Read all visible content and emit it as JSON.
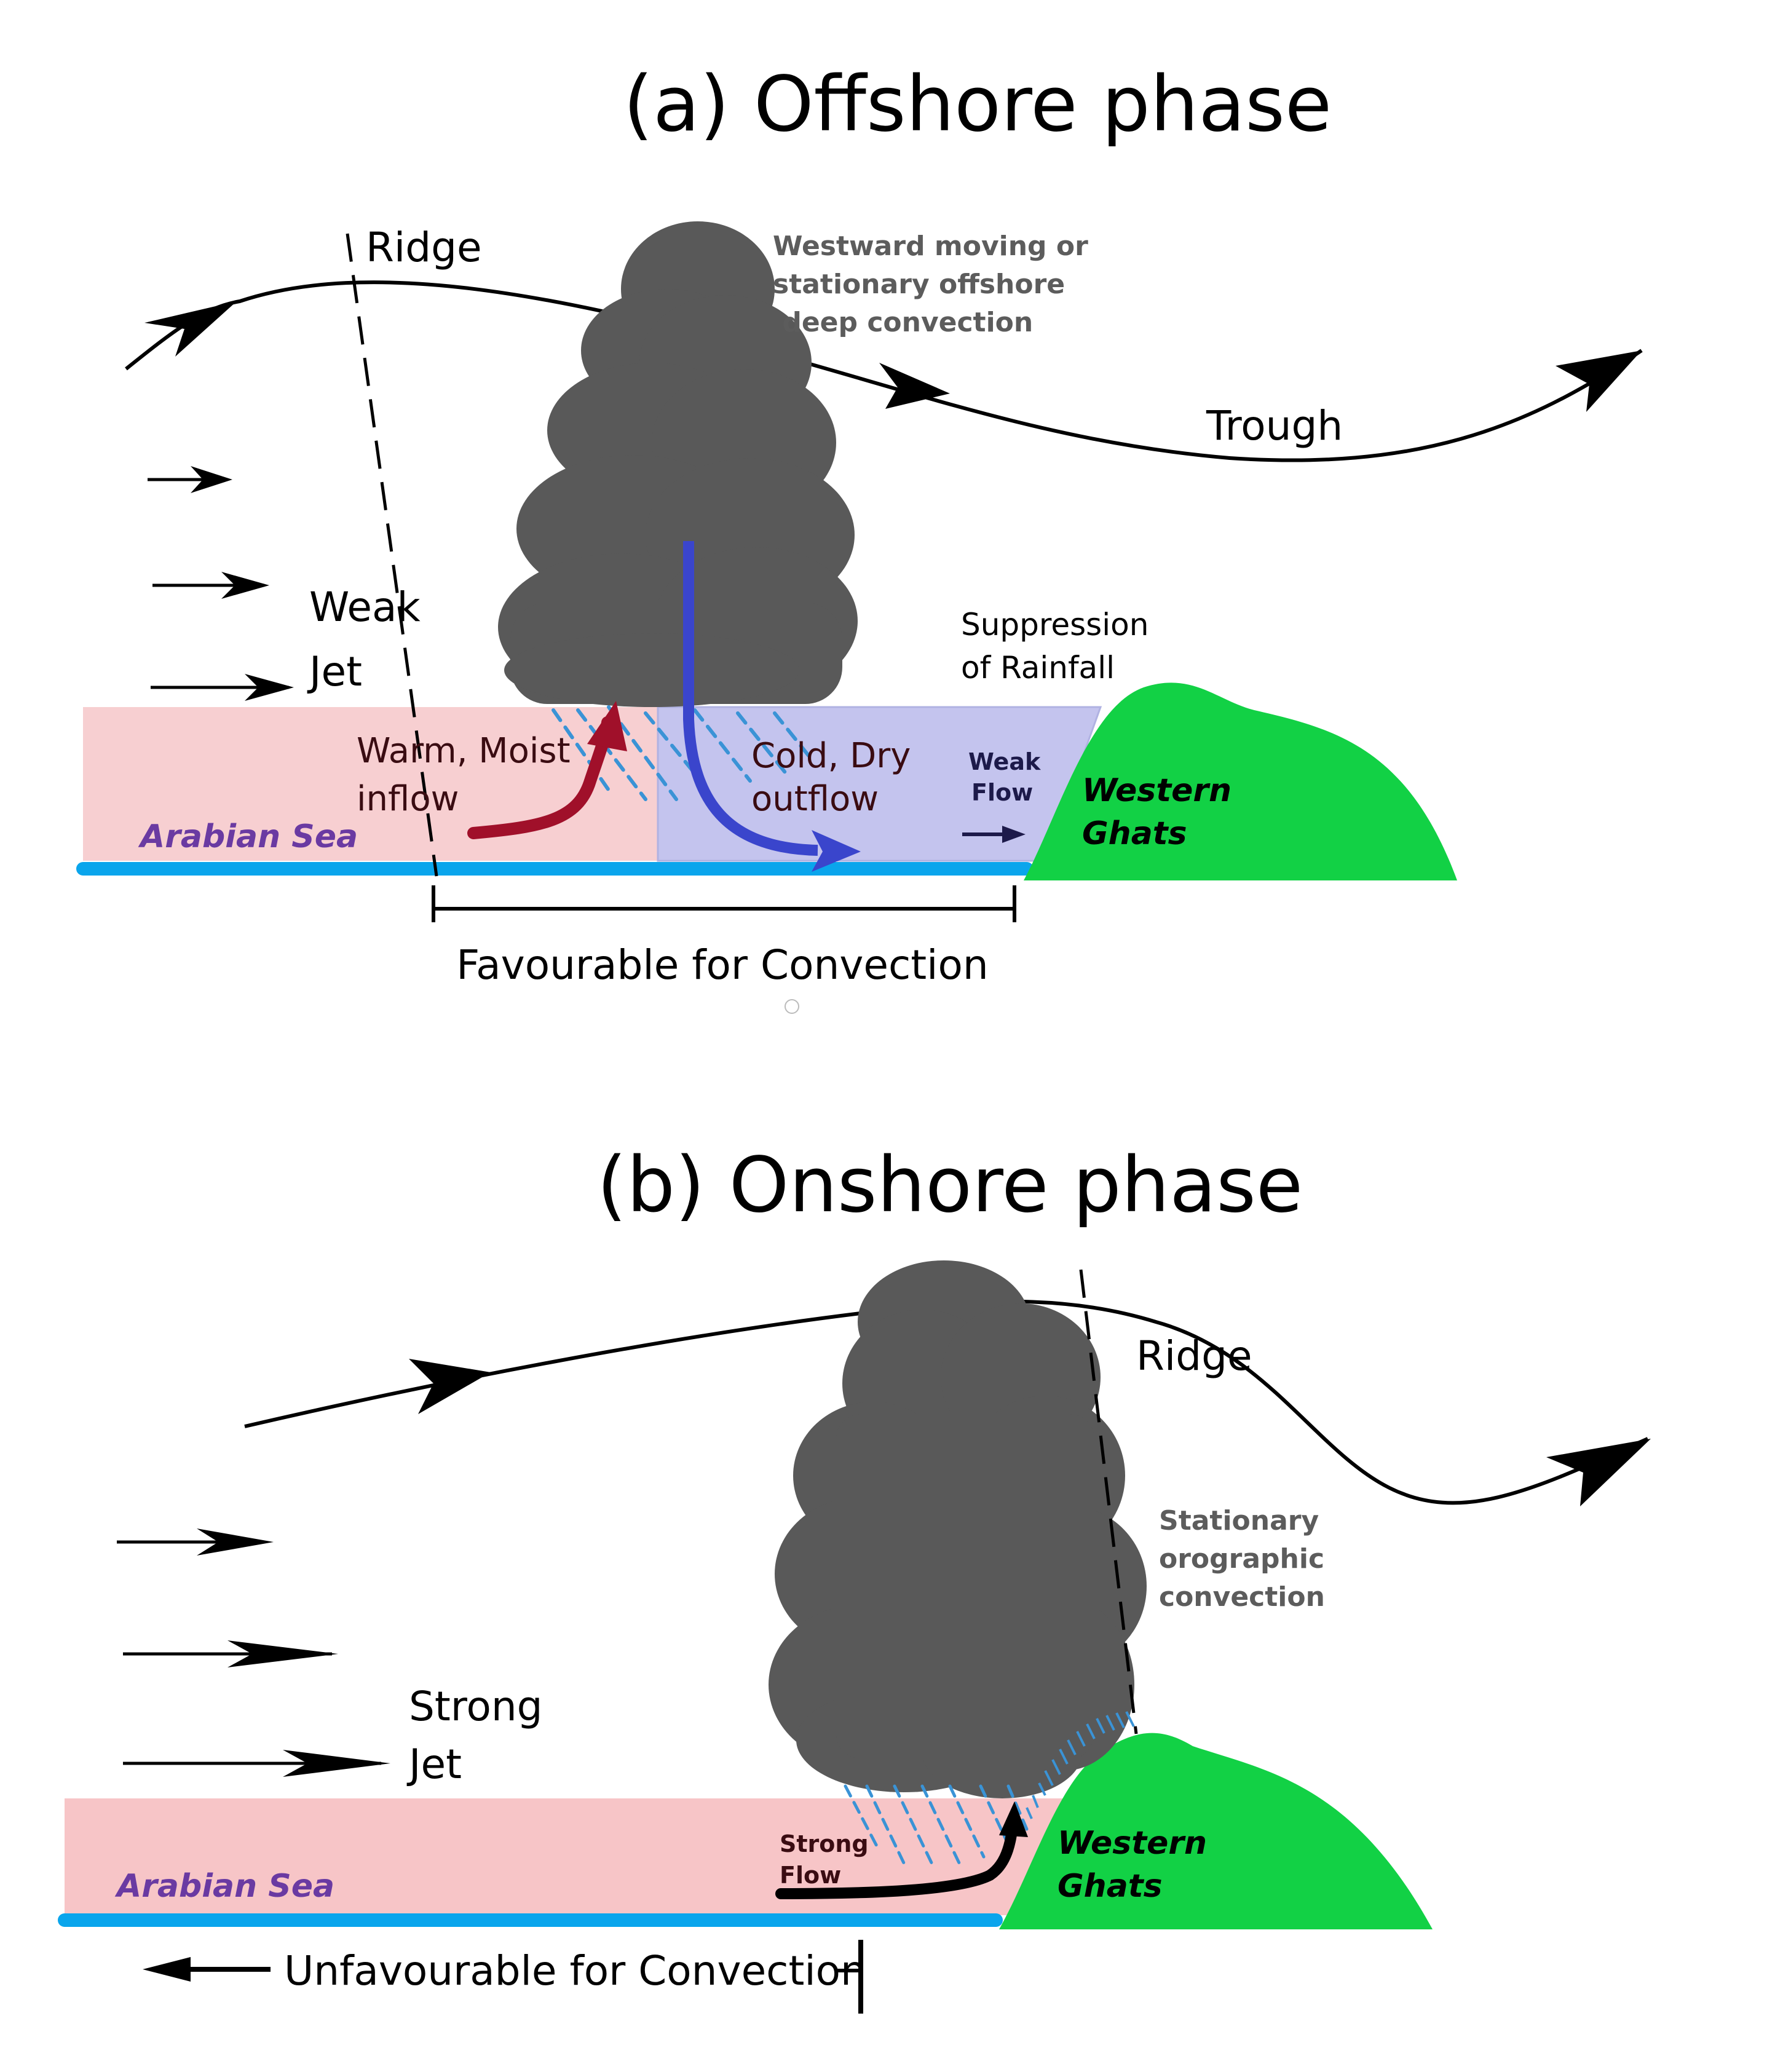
{
  "panel_a": {
    "title": "(a) Offshore phase",
    "ridge": "Ridge",
    "trough": "Trough",
    "convection_note": [
      "Westward moving or",
      "stationary offshore",
      " deep convection"
    ],
    "jet": [
      "Weak",
      "Jet"
    ],
    "inflow": [
      "Warm, Moist",
      "inflow"
    ],
    "outflow": [
      "Cold, Dry",
      "outflow"
    ],
    "weak_flow": [
      "Weak",
      "Flow"
    ],
    "suppression": [
      "Suppression",
      "of Rainfall"
    ],
    "sea": "Arabian Sea",
    "ghats": [
      "Western",
      "Ghats"
    ],
    "favourable": "Favourable for Convection"
  },
  "panel_b": {
    "title": "(b) Onshore phase",
    "ridge": "Ridge",
    "convection_note": [
      "Stationary",
      "orographic",
      "convection"
    ],
    "jet": [
      "Strong",
      "Jet"
    ],
    "strong_flow": [
      "Strong",
      "Flow"
    ],
    "sea": "Arabian Sea",
    "ghats": [
      "Western",
      "Ghats"
    ],
    "unfavourable": "Unfavourable for Convection"
  },
  "colors": {
    "cloud": "#595959",
    "sea_band": "#f7c9cb",
    "cold_pool": "#c3c4ed",
    "sea_surface": "#0aa5ec",
    "ghats": "#12d145",
    "inflow_arrow": "#a0102a",
    "outflow_arrow": "#3a45cc",
    "rain": "#3a93d6"
  }
}
